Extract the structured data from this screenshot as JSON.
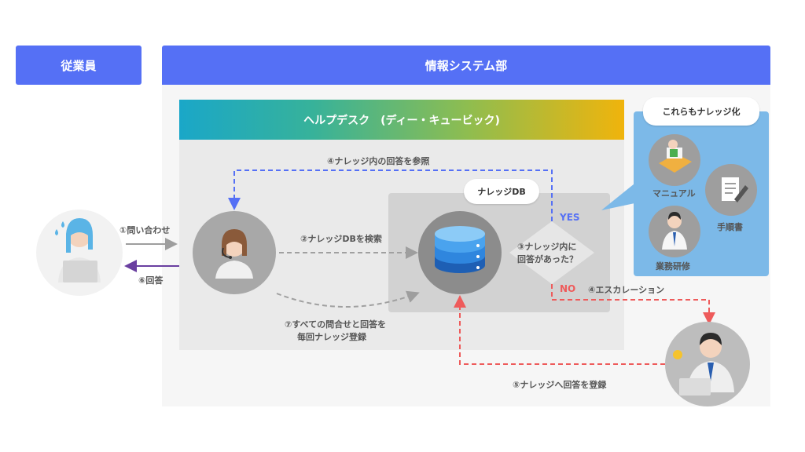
{
  "headers": {
    "employee": "従業員",
    "is_dept": "情報システム部",
    "helpdesk": "ヘルプデスク　(ディー・キュービック)"
  },
  "labels": {
    "inquiry": "①問い合わせ",
    "answer": "⑥回答",
    "search_db": "②ナレッジDBを検索",
    "refer": "④ナレッジ内の回答を参照",
    "decision_line1": "③ナレッジ内に",
    "decision_line2": "回答があった？",
    "yes": "YES",
    "no": "NO",
    "escalation": "④エスカレーション",
    "register_line1": "⑦すべての問合せと回答を",
    "register_line2": "毎回ナレッジ登録",
    "register_knowledge": "⑤ナレッジへ回答を登録",
    "knowledge_db": "ナレッジDB",
    "also_knowledge": "これらもナレッジ化",
    "manual": "マニュアル",
    "procedure": "手順書",
    "training": "業務研修"
  },
  "colors": {
    "header_blue": "#5570f5",
    "yes_blue": "#5570f5",
    "no_red": "#ee5b5b",
    "answer_purple": "#6a3fa0",
    "knowledge_bg": "#7cb9e8"
  }
}
